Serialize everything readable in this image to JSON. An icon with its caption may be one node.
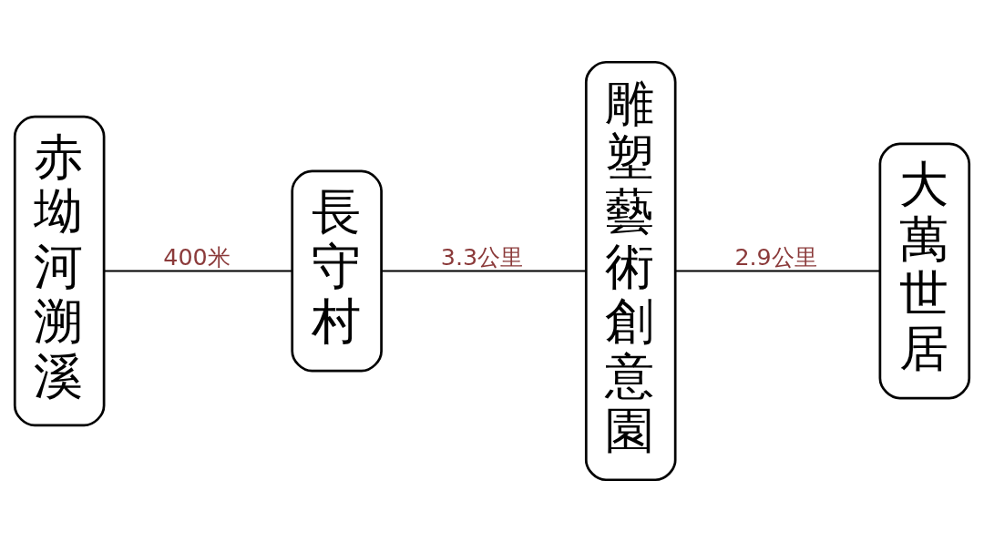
{
  "diagram": {
    "nodes": [
      {
        "text": [
          "赤坳河溯溪"
        ]
      },
      {
        "text": [
          "長守村"
        ]
      },
      {
        "text": [
          "雕塑藝術創意園"
        ]
      },
      {
        "text": [
          "大萬世居"
        ]
      }
    ],
    "edges": [
      {
        "from": 0,
        "to": 1,
        "arrow": "none",
        "label": "400米"
      },
      {
        "from": 1,
        "to": 2,
        "arrow": "none",
        "label": "3.3公里"
      },
      {
        "from": 2,
        "to": 3,
        "arrow": "none",
        "label": "2.9公里"
      }
    ]
  }
}
